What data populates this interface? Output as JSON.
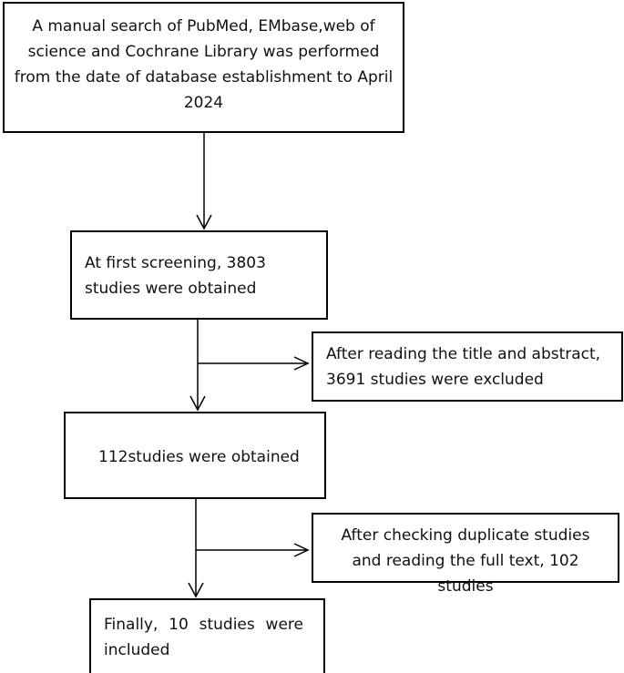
{
  "boxes": {
    "search": "A manual search of PubMed, EMbase,web of science and Cochrane Library was performed from the date of database establishment to April 2024",
    "first_screening": "At first screening, 3803 studies were obtained",
    "excluded_title_abstract": "After reading the title and abstract, 3691 studies were excluded",
    "obtained": "112studies were obtained",
    "excluded_duplicates": "After checking duplicate studies and reading the full text, 102 studies",
    "final": "Finally, 10 studies were included"
  }
}
